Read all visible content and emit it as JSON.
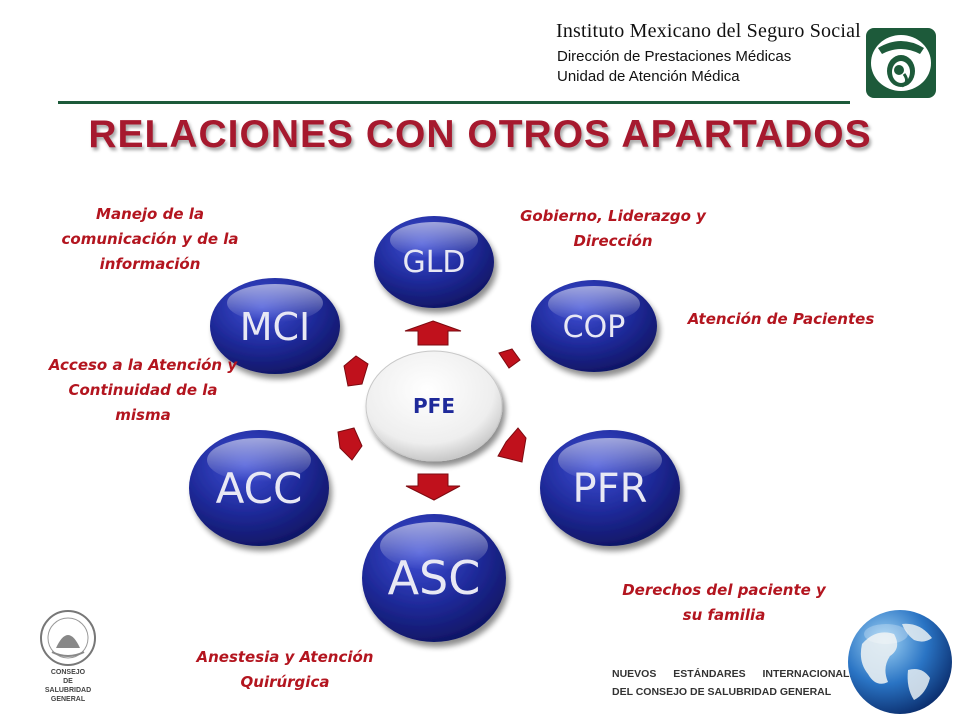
{
  "header": {
    "institution": "Instituto Mexicano del Seguro Social",
    "line2": "Dirección de Prestaciones Médicas",
    "line3": "Unidad de Atención Médica"
  },
  "title": "RELACIONES CON OTROS APARTADOS",
  "diagram": {
    "center": "PFE",
    "nodes": [
      {
        "id": "gld",
        "label": "GLD",
        "description": "Gobierno, Liderazgo y Dirección"
      },
      {
        "id": "cop",
        "label": "COP",
        "description": "Atención de Pacientes"
      },
      {
        "id": "pfr",
        "label": "PFR",
        "description": "Derechos del paciente y su familia"
      },
      {
        "id": "asc",
        "label": "ASC",
        "description": "Anestesia y Atención Quirúrgica"
      },
      {
        "id": "acc",
        "label": "ACC",
        "description": "Acceso a la Atención y Continuidad de la misma"
      },
      {
        "id": "mci",
        "label": "MCI",
        "description": "Manejo de la comunicación y de la información"
      }
    ]
  },
  "labels": {
    "mci": [
      "Manejo de la",
      "comunicación y de la",
      "información"
    ],
    "gld": [
      "Gobierno, Liderazgo y",
      "Dirección"
    ],
    "cop": [
      "Atención de Pacientes"
    ],
    "acc": [
      "Acceso a la Atención y",
      "Continuidad de la",
      "misma"
    ],
    "pfr": [
      "Derechos del paciente y",
      "su familia"
    ],
    "asc": [
      "Anestesia y Atención",
      "Quirúrgica"
    ]
  },
  "footer": {
    "line1": "NUEVOS ESTÁNDARES INTERNACIONALES",
    "line2": "DEL CONSEJO DE SALUBRIDAD GENERAL"
  },
  "seal": {
    "lines": [
      "CONSEJO",
      "DE",
      "SALUBRIDAD GENERAL"
    ]
  },
  "colors": {
    "node": "#1f2a9a",
    "arrow": "#c0111c",
    "label": "#b3151f",
    "title": "#a6192e",
    "rule": "#1d5a3a"
  }
}
